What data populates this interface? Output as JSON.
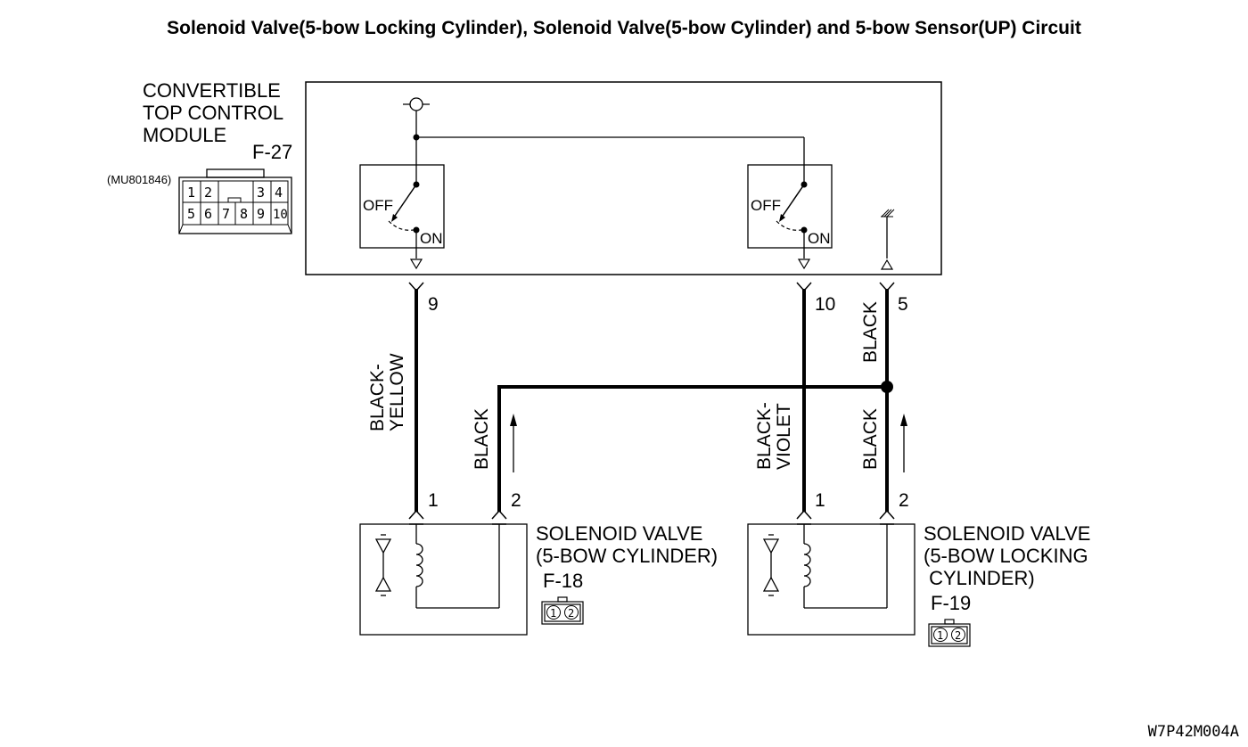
{
  "title": "Solenoid Valve(5-bow Locking Cylinder), Solenoid Valve(5-bow Cylinder) and 5-bow Sensor(UP) Circuit",
  "module": {
    "name_lines": [
      "CONVERTIBLE",
      "TOP CONTROL",
      "MODULE"
    ],
    "connector": "F-27",
    "part_number": "(MU801846)",
    "pins_top": [
      "1",
      "2",
      "3",
      "4"
    ],
    "pins_bottom": [
      "5",
      "6",
      "7",
      "8",
      "9",
      "10"
    ]
  },
  "switch_left": {
    "off_label": "OFF",
    "on_label": "ON"
  },
  "switch_right": {
    "off_label": "OFF",
    "on_label": "ON"
  },
  "terminals": {
    "t9": "9",
    "t10": "10",
    "t5": "5"
  },
  "wires": {
    "w9": "BLACK-\nYELLOW",
    "w10": "BLACK-\nVIOLET",
    "w5_upper": "BLACK",
    "w5_lower": "BLACK",
    "w_left_return": "BLACK"
  },
  "valve_cylinder": {
    "name_lines": [
      "SOLENOID VALVE",
      "(5-BOW CYLINDER)"
    ],
    "connector": "F-18",
    "pin1": "1",
    "pin2": "2",
    "conn_pins": [
      "1",
      "2"
    ]
  },
  "valve_locking": {
    "name_lines": [
      "SOLENOID VALVE",
      "(5-BOW LOCKING",
      " CYLINDER)"
    ],
    "connector": "F-19",
    "pin1": "1",
    "pin2": "2",
    "conn_pins": [
      "1",
      "2"
    ]
  },
  "figure_code": "W7P42M004A"
}
